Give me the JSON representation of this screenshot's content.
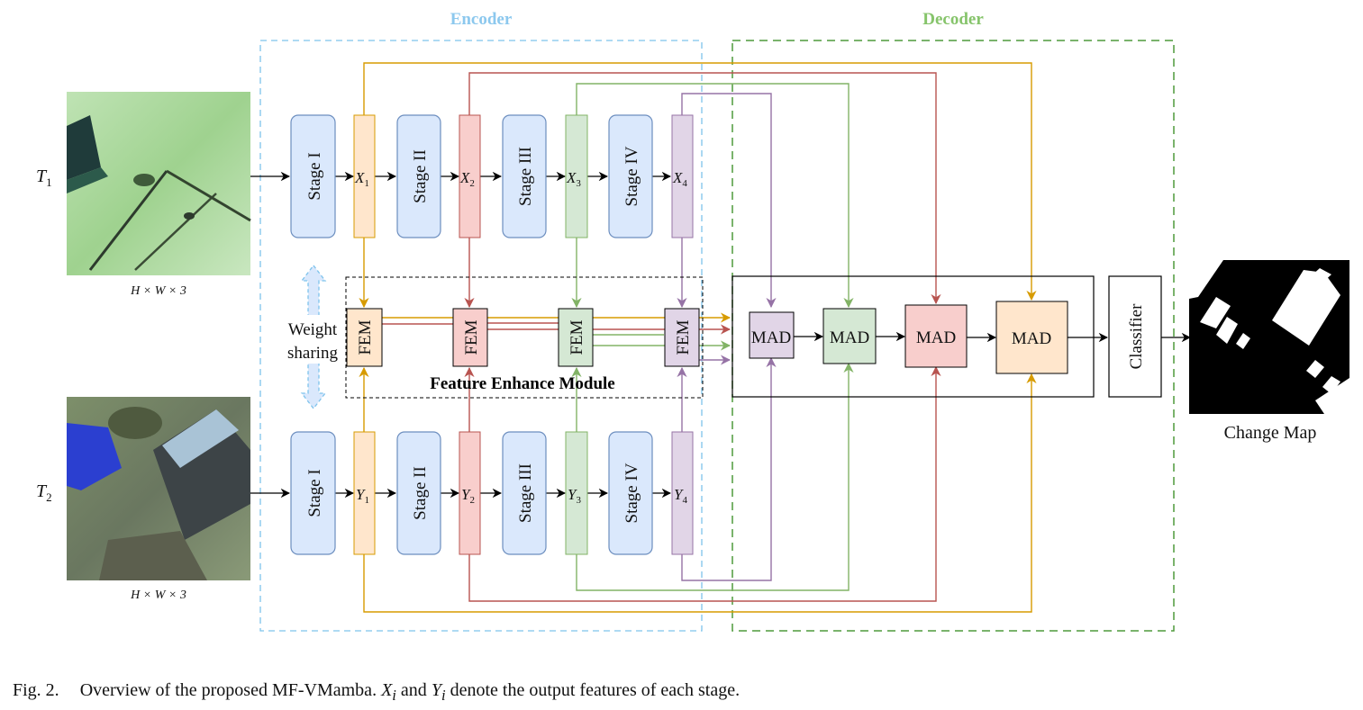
{
  "diagram": {
    "encoder_label": "Encoder",
    "decoder_label": "Decoder",
    "inputs": {
      "t1": {
        "letter": "T",
        "sub": "1",
        "size_label": "H × W × 3"
      },
      "t2": {
        "letter": "T",
        "sub": "2",
        "size_label": "H × W × 3"
      }
    },
    "stages": [
      "Stage I",
      "Stage II",
      "Stage III",
      "Stage IV"
    ],
    "x_features": [
      {
        "letter": "X",
        "sub": "1"
      },
      {
        "letter": "X",
        "sub": "2"
      },
      {
        "letter": "X",
        "sub": "3"
      },
      {
        "letter": "X",
        "sub": "4"
      }
    ],
    "y_features": [
      {
        "letter": "Y",
        "sub": "1"
      },
      {
        "letter": "Y",
        "sub": "2"
      },
      {
        "letter": "Y",
        "sub": "3"
      },
      {
        "letter": "Y",
        "sub": "4"
      }
    ],
    "fem_label": "FEM",
    "fem_module_title": "Feature Enhance Module",
    "weight_sharing": [
      "Weight",
      "sharing"
    ],
    "mad_label": "MAD",
    "classifier_label": "Classifier",
    "output_label": "Change Map",
    "colors": {
      "stage_fill": "#dae8fc",
      "stage_stroke": "#6c8ebf",
      "level1": "#d79b00",
      "level1_fill": "#ffe6cc",
      "level2": "#b85450",
      "level2_fill": "#f8cecc",
      "level3": "#82b366",
      "level3_fill": "#d5e8d4",
      "level4": "#9673a6",
      "level4_fill": "#e1d5e7",
      "encoder_border": "#7ec3ec",
      "encoder_text": "#8cc8ee",
      "decoder_border": "#4f9a3c",
      "decoder_text": "#86c46b"
    }
  },
  "caption": {
    "number": "Fig. 2.",
    "text_before": "Overview of the proposed MF-VMamba.",
    "x_letter": "X",
    "x_sub": "i",
    "and": "and",
    "y_letter": "Y",
    "y_sub": "i",
    "text_after": "denote the output features of each stage."
  }
}
